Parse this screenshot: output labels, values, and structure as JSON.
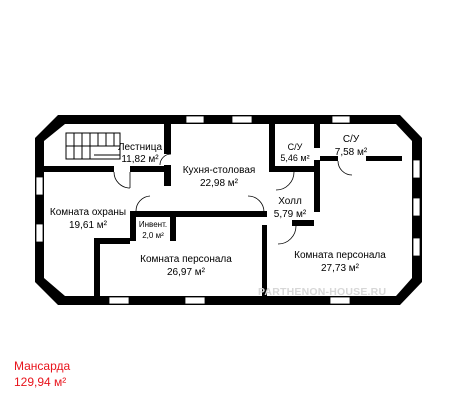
{
  "rooms": {
    "stair": {
      "name": "Лестница",
      "area": "11,82 м²"
    },
    "kitchen": {
      "name": "Кухня-столовая",
      "area": "22,98 м²"
    },
    "wc1": {
      "name": "С/У",
      "area": "5,46 м²"
    },
    "wc2": {
      "name": "С/У",
      "area": "7,58 м²"
    },
    "guard": {
      "name": "Комната охраны",
      "area": "19,61 м²"
    },
    "hall": {
      "name": "Холл",
      "area": "5,79 м²"
    },
    "inventory": {
      "name": "Инвент.",
      "area": "2,0 м²"
    },
    "staff1": {
      "name": "Комната персонала",
      "area": "26,97 м²"
    },
    "staff2": {
      "name": "Комната персонала",
      "area": "27,73 м²"
    }
  },
  "watermark": "PARTHENON-HOUSE.RU",
  "caption": {
    "title": "Мансарда",
    "area": "129,94 м²"
  },
  "colors": {
    "wall": "#000000",
    "window": "#ffffff",
    "caption": "#e8141c",
    "watermark": "#d7d7d7"
  }
}
